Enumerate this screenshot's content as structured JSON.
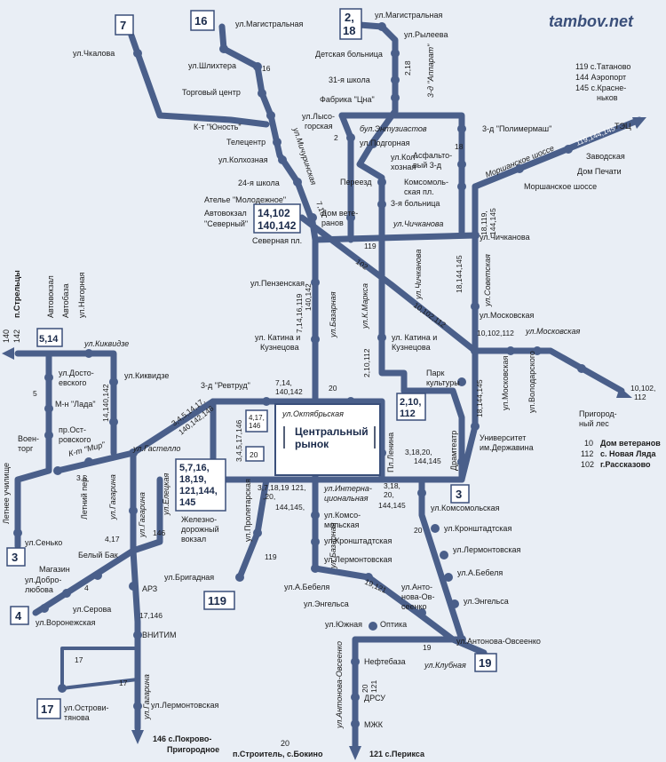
{
  "brand": "tambov.net",
  "route_boxes": {
    "b7": "7",
    "b16": "16",
    "b2_18": [
      "2,",
      "18"
    ],
    "b14_102": [
      "14,102",
      "140,142"
    ],
    "b5_14": "5,14",
    "b3_left": "3",
    "b4": "4",
    "b17": "17",
    "b119": "119",
    "b2_10_112": [
      "2,10,",
      "112"
    ],
    "b3_right": "3",
    "b19": "19",
    "b_station": [
      "5,7,16,",
      "18,19,",
      "121,144,",
      "145"
    ],
    "b4_17_146": [
      "4,17,",
      "146"
    ],
    "b20": "20"
  },
  "market_label": [
    "Центральный",
    "рынок"
  ],
  "streets": {
    "oktyabrskaya": "ул.Октябрьская",
    "magistralnaya_a": "ул.Магистральная",
    "magistralnaya_b": "ул.Магистральная",
    "ryleeva": "ул.Рылеева",
    "detskaya": "Детская больница",
    "shkola31": "31-я школа",
    "fabrika": "Фабрика \"Цна\"",
    "apparat": "3-д \"Аппарат\"",
    "chkalova": "ул.Чкалова",
    "shlihtera": "ул.Шлихтера",
    "torg": "Торговый центр",
    "yunost": "К-т \"Юность\"",
    "michurinskaya": "ул.Мичуринская",
    "telecentr": "Телецентр",
    "kolhoznaya_l": "ул.Колхозная",
    "shkola24": "24-я школа",
    "atelie": "Ателье \"Молодежное\"",
    "avtovokzal_s": [
      "Автовокзал",
      "\"Северный\""
    ],
    "severnaya": "Северная пл.",
    "lysogorskaya": [
      "ул.Лысо-",
      "горская"
    ],
    "entuziastov": "бул.Энтузиастов",
    "podgornaya": "ул.Подгорная",
    "kolhoznaya_r": [
      "ул.Кол-",
      "хозная"
    ],
    "pereezd": "Переезд",
    "dom_veteranov": [
      "Дом вете-",
      "ранов"
    ],
    "bolnica3": "3-я больница",
    "chichkanova": "ул.Чичканова",
    "chichkanova2": "ул.Чичканова",
    "chichkanova3": "ул.Чичканова",
    "polimermash": "3-д \"Полимермаш\"",
    "asfalt": [
      "Асфальто-",
      "вый 3-д"
    ],
    "komsomolskaya_pl": [
      "Комсомоль-",
      "ская пл."
    ],
    "sovetskaya": "ул.Советская",
    "moskovskaya": "ул.Московская",
    "moskovskaya2": "ул.Московская",
    "moskovskaya3": "ул.Московская",
    "volodarskogo": "ул.Володарского",
    "morshanskoe": "Моршанское шоссе",
    "morshanskoe2": "Моршанское шоссе",
    "tec": "ТЭЦ",
    "zavodskaya": "Заводская",
    "dom_pechati": "Дом Печати",
    "penzenskaya": "ул.Пензенская",
    "katina_l": [
      "ул. Катина и",
      "Кузнецова"
    ],
    "katina_r": [
      "ул. Катина и",
      "Кузнецова"
    ],
    "bazarnaya": "ул.Базарная",
    "bazarnaya2": "ул.Базарная",
    "k_marksa": "ул.К.Маркса",
    "revtrud": "3-д \"Ревтруд\"",
    "park": [
      "Парк",
      "культуры"
    ],
    "prigorodny": [
      "Пригород-",
      "ный лес"
    ],
    "universitet": [
      "Университет",
      "им.Державина"
    ],
    "dramteatr": "Драмтеатр",
    "lenina": "Пл.Ленина",
    "internacionalnaya": [
      "ул.Интерна-",
      "циональная"
    ],
    "komsomolskaya": [
      "ул.Комсо-",
      "мольская"
    ],
    "komsomolskaya2": "ул.Комсомольская",
    "kronshtadtskaya": "ул.Кронштадтская",
    "kronshtadtskaya2": "ул.Кронштадтская",
    "lermontovskaya": "ул.Лермонтовская",
    "lermontovskaya2": "ул.Лермонтовская",
    "lermontovskaya3": "ул.Лермонтовская",
    "bebelya": "ул.А.Бебеля",
    "bebelya2": "ул.А.Бебеля",
    "engelsa": "ул.Энгельса",
    "engelsa2": "ул.Энгельса",
    "antonova": [
      "ул.Анто-",
      "нова-Ов-",
      "сеенко"
    ],
    "antonova2": "ул.Антонова-Овсеенко",
    "antonova3": "ул.Антонова-Овсеенко",
    "optika": "Оптика",
    "yuzhnaya": "ул.Южная",
    "klubnaya": "ул.Клубная",
    "neftebaza": "Нефтебаза",
    "drsu": "ДРСУ",
    "mzhk": "МЖК",
    "gastello": "ул.Гастелло",
    "eleckaya": "ул.Елецкая",
    "gagarina": "ул.Гагарина",
    "gagarina2": "ул.Гагарина",
    "gagarina3": "ул.Гагарина",
    "zhd_vokzal": [
      "Железно-",
      "дорожный",
      "вокзал"
    ],
    "proletarskaya": "ул.Пролетарская",
    "brigadnaya": "ул.Бригадная",
    "avtovokzal_w": "Автовокзал",
    "avtobaza": "Автобаза",
    "nagornaya": "ул.Нагорная",
    "kikvidze": "ул.Киквидзе",
    "kikvidze2": "ул.Киквидзе",
    "dostoevskogo": [
      "ул.Досто-",
      "евского"
    ],
    "lada": "М-н \"Лада\"",
    "ostrovskogo": [
      "пр.Ост-",
      "ровского"
    ],
    "voentorg": [
      "Воен-",
      "торг"
    ],
    "k_mir": "К-т \"Мир\"",
    "letnee": "Летнее училище",
    "letniy": "Летний пер.",
    "senko": "ул.Сенько",
    "bely_bak": "Белый Бак",
    "magazin": "Магазин",
    "dobrolyubova": [
      "ул.Добро-",
      "любова"
    ],
    "serova": "ул.Серова",
    "voronezhskaya": "ул.Воронежская",
    "arz": "АРЗ",
    "vnitim": "ВНИТИМ",
    "ostrovityanova": [
      "ул.Острови-",
      "тянова"
    ],
    "pokrovo": [
      "146 с.Покрово-",
      "Пригородное"
    ],
    "stroitel": [
      "20",
      "п.Строитель, с.Бокино"
    ],
    "periksa": "121 с.Перикса",
    "strelcy": [
      "140",
      "142",
      "п.Стрельцы"
    ]
  },
  "route_labels": {
    "r16": "16",
    "r2_18": "2,18",
    "r2": "2",
    "r18": "18",
    "r7_16": "7,16",
    "r119": "119",
    "r102": "102",
    "r119_144_145": "119,144,145",
    "r18_119": [
      "18,119,",
      "144,145"
    ],
    "r18_144": "18,144,145",
    "r10_102": "10,102,112",
    "r10_102b": "10,102,112",
    "r7_14_16": [
      "7,14,16,119",
      "140,142"
    ],
    "r2_10_112": "2,10,112",
    "r7_14": [
      "7,14,",
      "140,142"
    ],
    "r20": "20",
    "r18_144b": "18,144,145",
    "r3_18": [
      "3,18,20,",
      "144,145"
    ],
    "r3_4_5": [
      "3,4,5,14,17,",
      "140,142,146"
    ],
    "r3_4_5b": "3,4,5,17,146",
    "r3_5": "3,5",
    "r5": "5",
    "r14_140": "14,140,142",
    "r4_17": "4,17",
    "r146": "146",
    "r4": "4",
    "r17_146": "17,146",
    "r17a": "17",
    "r17b": "17",
    "r3_7_18": [
      "3,7,18,19",
      ",20,"
    ],
    "r121": [
      "121,",
      "144,145,"
    ],
    "r3_18b": [
      "3,18,",
      "20,",
      "144,145"
    ],
    "r20b": "20",
    "r19_121": "19,121",
    "r119b": "119",
    "r19": "19",
    "r20_121": [
      "20",
      "121"
    ],
    "r10_102c": [
      "10,102,",
      "112"
    ]
  },
  "legend_top": [
    "119 с.Татаново",
    "144 Аэропорт",
    "145 с.Красне-",
    "ньков"
  ],
  "legend_mid": [
    {
      "num": "10",
      "dest": "Дом ветеранов"
    },
    {
      "num": "112",
      "dest": "с. Новая Ляда"
    },
    {
      "num": "102",
      "dest": "г.Рассказово"
    }
  ],
  "colors": {
    "route": "#4a5f8a",
    "background": "#e9eef5",
    "box": "#3a4f7a"
  }
}
